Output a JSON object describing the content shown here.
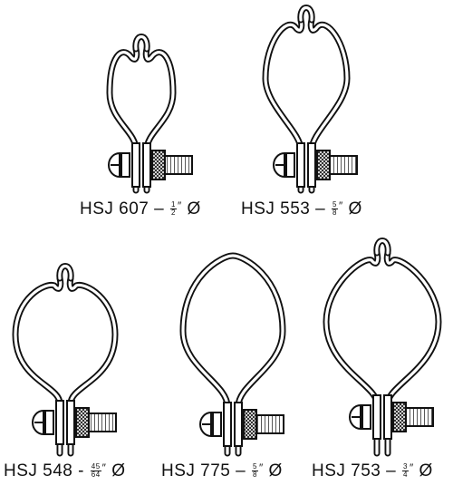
{
  "clamps": [
    {
      "model": "HSJ 607",
      "sep": " – ",
      "num": "1",
      "den": "2",
      "inch": "″",
      "dia": "Ø"
    },
    {
      "model": "HSJ 553",
      "sep": " – ",
      "num": "5",
      "den": "8",
      "inch": "″",
      "dia": "Ø"
    },
    {
      "model": "HSJ 548",
      "sep": " - ",
      "num": "45",
      "den": "64",
      "inch": "″",
      "dia": "Ø"
    },
    {
      "model": "HSJ 775",
      "sep": " – ",
      "num": "5",
      "den": "8",
      "inch": "″",
      "dia": "Ø"
    },
    {
      "model": "HSJ 753",
      "sep": " – ",
      "num": "3",
      "den": "4",
      "inch": "″",
      "dia": "Ø"
    }
  ]
}
